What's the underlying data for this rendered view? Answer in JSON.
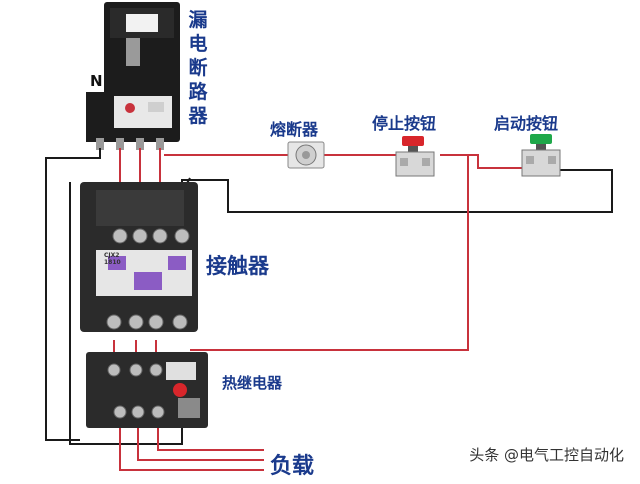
{
  "labels": {
    "breaker": "漏电断路器",
    "n_terminal": "N",
    "fuse": "熔断器",
    "stop_button": "停止按钮",
    "start_button": "启动按钮",
    "contactor": "接触器",
    "contactor_plate": "CJX2 1810",
    "thermal_relay": "热继电器",
    "load": "负载"
  },
  "watermark": "头条 @电气工控自动化",
  "colors": {
    "wire_red": "#c8323c",
    "wire_black": "#1a1a1a",
    "label_blue": "#1a3a8c",
    "stop_red": "#d8262b",
    "start_green": "#1fa84a"
  }
}
